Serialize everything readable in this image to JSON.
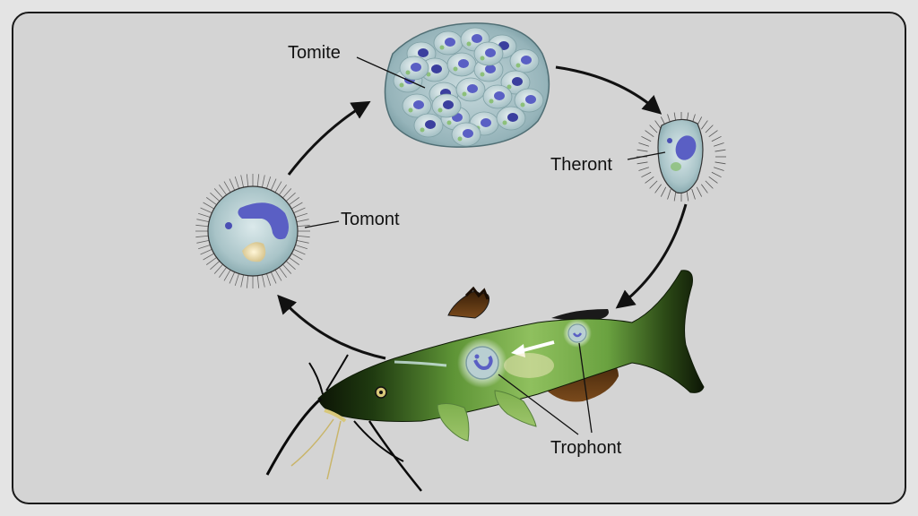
{
  "labels": {
    "tomite": "Tomite",
    "theront": "Theront",
    "tomont": "Tomont",
    "trophont": "Trophont"
  },
  "colors": {
    "background": "#e4e4e4",
    "panel": "#d4d4d4",
    "cell_fill": "#a9c4c8",
    "nucleus": "#5a5fc4",
    "fish_body": "#8ab858",
    "fish_dark": "#101a08",
    "fin_brown": "#5a3410"
  }
}
